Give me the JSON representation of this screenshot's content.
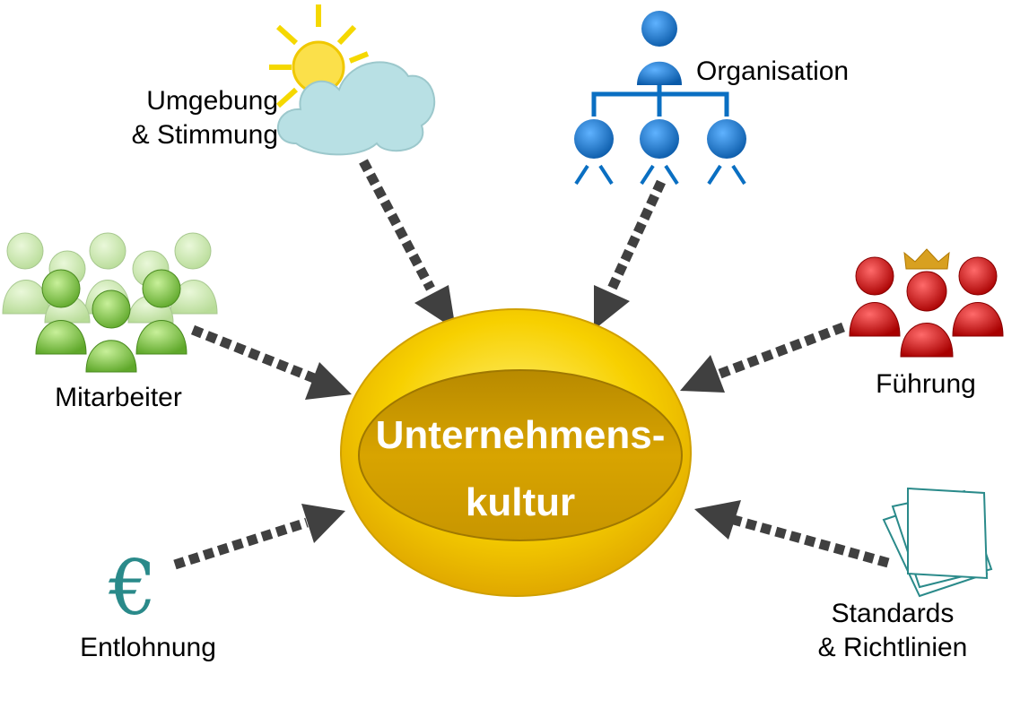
{
  "center": {
    "line1": "Unternehmens-",
    "line2": "kultur"
  },
  "factors": {
    "environment": {
      "line1": "Umgebung",
      "line2": "& Stimmung",
      "icon": "sun-cloud-icon"
    },
    "organisation": {
      "label": "Organisation",
      "icon": "org-chart-icon"
    },
    "employees": {
      "label": "Mitarbeiter",
      "icon": "people-group-icon"
    },
    "leadership": {
      "label": "Führung",
      "icon": "crowned-leader-icon"
    },
    "compensation": {
      "label": "Entlohnung",
      "icon": "euro-icon",
      "symbol": "€"
    },
    "standards": {
      "line1": "Standards",
      "line2": "& Richtlinien",
      "icon": "documents-icon"
    }
  },
  "colors": {
    "center": "#f5c800",
    "center_inner": "#d4a000",
    "arrow": "#404040",
    "org": "#0a6fc2",
    "employees": "#8bd04a",
    "leadership": "#cc0000",
    "euro": "#2a8a8a"
  }
}
